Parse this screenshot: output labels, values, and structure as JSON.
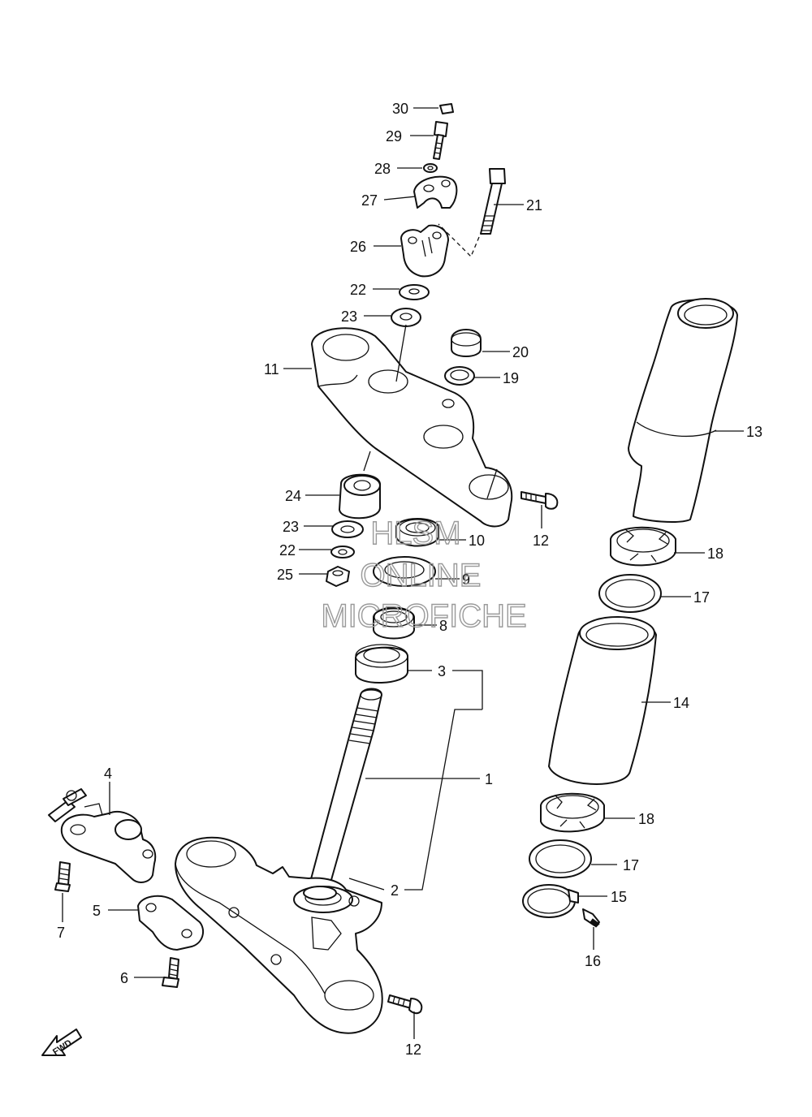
{
  "callouts": {
    "c30": "30",
    "c29": "29",
    "c28": "28",
    "c27": "27",
    "c21": "21",
    "c26": "26",
    "c22a": "22",
    "c23a": "23",
    "c20": "20",
    "c11": "11",
    "c19": "19",
    "c13": "13",
    "c24": "24",
    "c12a": "12",
    "c23b": "23",
    "c10": "10",
    "c22b": "22",
    "c18a": "18",
    "c25": "25",
    "c9": "9",
    "c17a": "17",
    "c8": "8",
    "c3": "3",
    "c14": "14",
    "c1": "1",
    "c4": "4",
    "c18b": "18",
    "c17b": "17",
    "c2": "2",
    "c15": "15",
    "c5": "5",
    "c7": "7",
    "c16": "16",
    "c6": "6",
    "c12b": "12"
  },
  "watermark": {
    "line1": "HLSM",
    "line2": "ONLINE",
    "line3": "MICROFICHE"
  },
  "fwd_label": "FWD"
}
